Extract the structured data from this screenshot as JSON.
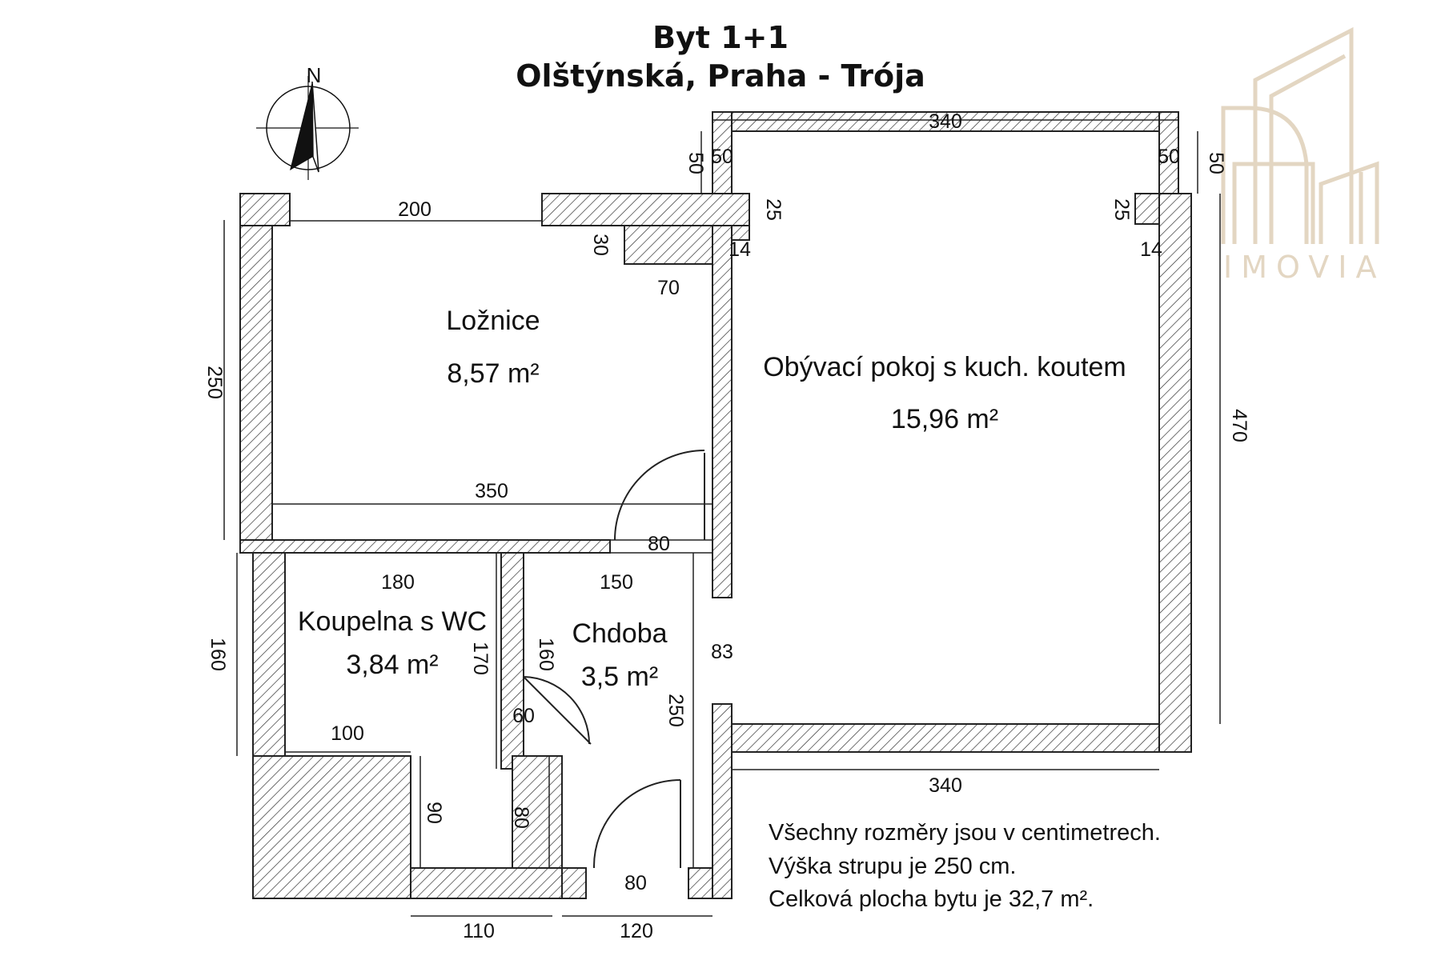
{
  "title": {
    "line1": "Byt 1+1",
    "line2": "Olštýnská, Praha - Trója"
  },
  "compass": {
    "north_label": "N"
  },
  "brand": {
    "name": "IMOVIA",
    "color": "#e3d6c2"
  },
  "rooms": [
    {
      "id": "loznice",
      "name": "Ložnice",
      "area": "8,57 m²"
    },
    {
      "id": "obyvaci",
      "name": "Obývací pokoj s kuch. koutem",
      "area": "15,96 m²"
    },
    {
      "id": "koupelna",
      "name": "Koupelna s WC",
      "area": "3,84 m²"
    },
    {
      "id": "chodba",
      "name": "Chdoba",
      "area": "3,5 m²"
    }
  ],
  "dimensions": {
    "top_balcony_width": "340",
    "balcony_left_depth": "50",
    "balcony_left_wall": "50",
    "balcony_right_wall": "50",
    "balcony_right_depth": "50",
    "bedroom_window": "200",
    "step_25_left": "25",
    "step_14_left": "14",
    "step_25_right": "25",
    "step_14_right": "14",
    "niche_30": "30",
    "niche_70": "70",
    "bedroom_height": "250",
    "bedroom_width": "350",
    "bedroom_door": "80",
    "living_height": "470",
    "living_bottom": "340",
    "bath_width": "180",
    "hall_width": "150",
    "bath_height": "160",
    "bath_inner_170": "170",
    "hall_inner_160": "160",
    "hall_opening_83": "83",
    "hall_length": "250",
    "bath_door": "60",
    "bath_bottom_100": "100",
    "bath_niche_90": "90",
    "hall_niche_80": "80",
    "entry_door": "80",
    "bottom_110": "110",
    "bottom_120": "120"
  },
  "notes": [
    "Všechny rozměry jsou v centimetrech.",
    "Výška strupu je 250 cm.",
    "Celková plocha bytu je 32,7 m²."
  ]
}
